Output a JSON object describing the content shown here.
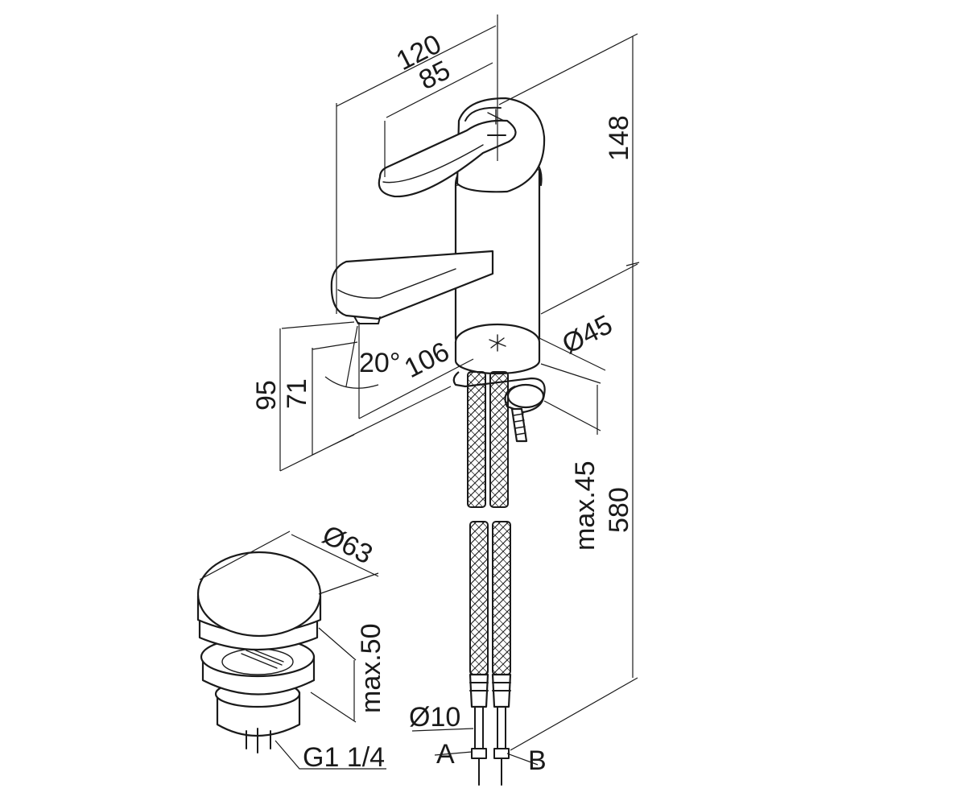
{
  "dimensions": {
    "width_overall": "120",
    "width_lever": "85",
    "height_total": "148",
    "spout_height": "95",
    "spout_clearance": "71",
    "rotation_angle": "20°",
    "spout_reach": "106",
    "base_diameter": "Ø45",
    "max_deck_thickness": "max.45",
    "hose_length": "580",
    "waste_diameter": "Ø63",
    "waste_max_thickness": "max.50",
    "waste_thread": "G1 1/4",
    "hose_diameter": "Ø10",
    "hose_a": "A",
    "hose_b": "B"
  },
  "colors": {
    "line": "#1a1a1a",
    "background": "#ffffff"
  }
}
